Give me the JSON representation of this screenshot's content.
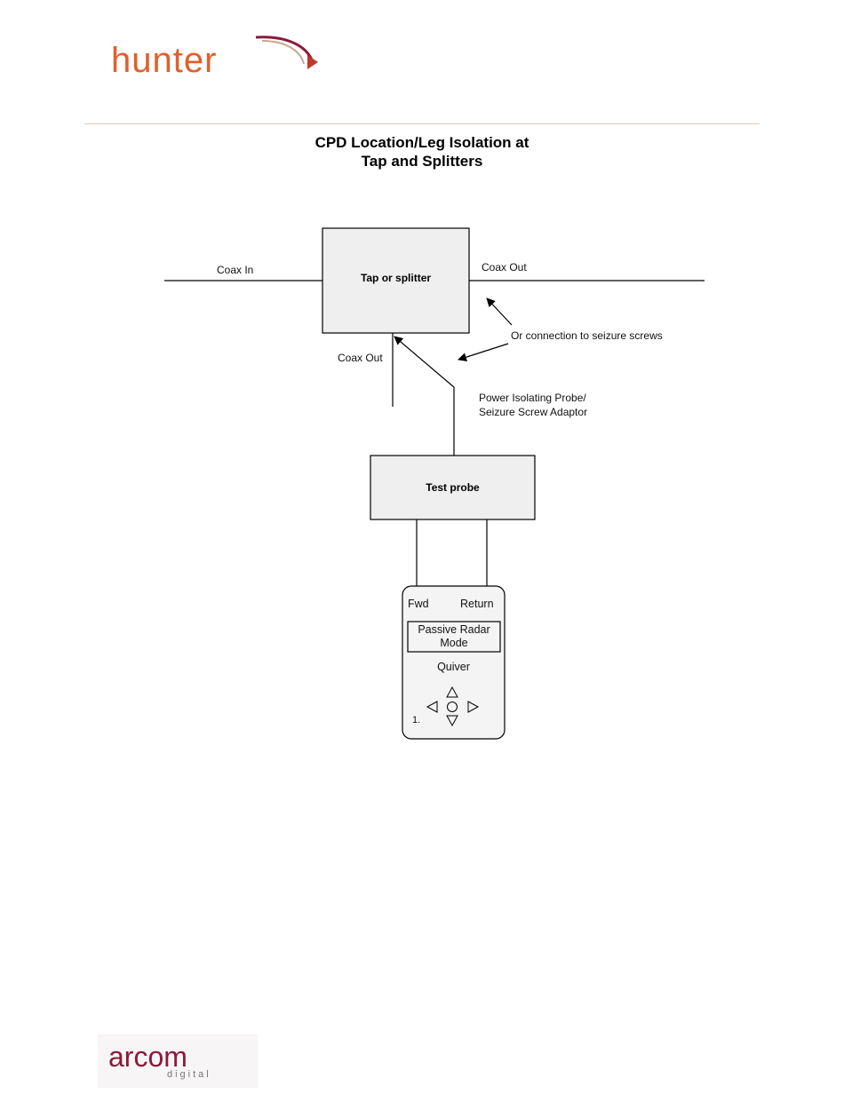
{
  "header": {
    "brand_text": "hunter",
    "accent_color": "#e0602a",
    "swoosh_color": "#8b1a3a"
  },
  "title": {
    "line1": "CPD Location/Leg Isolation at",
    "line2": "Tap and Splitters"
  },
  "diagram": {
    "labels": {
      "coax_in": "Coax In",
      "coax_out_right": "Coax Out",
      "coax_out_bottom": "Coax Out",
      "seizure_screws": "Or connection to seizure screws",
      "probe_line1": "Power Isolating Probe/",
      "probe_line2": "Seizure Screw Adaptor"
    },
    "tap_box": {
      "label": "Tap or splitter",
      "fill": "#efefef"
    },
    "test_probe": {
      "label": "Test probe",
      "fill": "#efefef"
    },
    "device": {
      "fwd": "Fwd",
      "return": "Return",
      "mode_line1": "Passive Radar",
      "mode_line2": "Mode",
      "name": "Quiver",
      "marker": "1."
    }
  },
  "footer": {
    "brand_text": "arcom",
    "sub_text": "digital",
    "brand_color": "#8b1a3a"
  }
}
